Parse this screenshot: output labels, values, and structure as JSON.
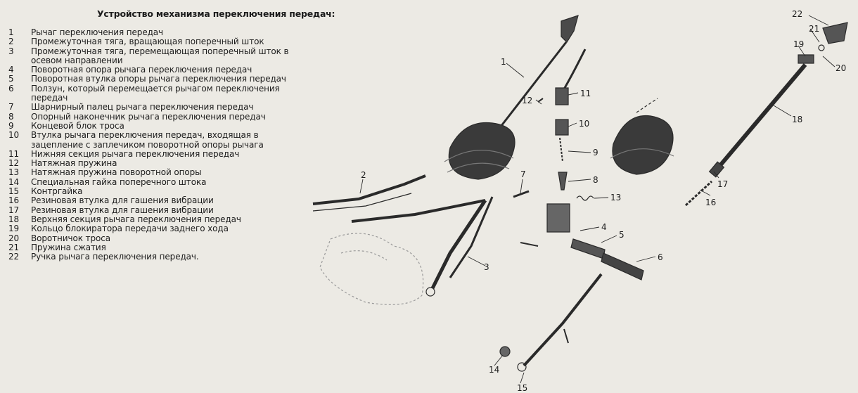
{
  "title": "Устройство механизма переключения передач:",
  "legend": [
    {
      "num": "1",
      "text": "Рычаг переключения передач"
    },
    {
      "num": "2",
      "text": "Промежуточная тяга, вращающая поперечный шток"
    },
    {
      "num": "3",
      "text": "Промежуточная тяга, перемещающая поперечный шток в осевом направлении"
    },
    {
      "num": "4",
      "text": "Поворотная опора рычага переключения передач"
    },
    {
      "num": "5",
      "text": "Поворотная втулка опоры рычага переключения передач"
    },
    {
      "num": "6",
      "text": "Ползун, который перемещается рычагом переключения передач"
    },
    {
      "num": "7",
      "text": "Шарнирный палец рычага переключения передач"
    },
    {
      "num": "8",
      "text": "Опорный наконечник рычага переключения передач"
    },
    {
      "num": "9",
      "text": "Концевой блок троса"
    },
    {
      "num": "10",
      "text": "Втулка рычага переключения передач, входящая в зацепление с заплечиком поворотной опоры рычага"
    },
    {
      "num": "11",
      "text": "Нижняя секция рычага переключения передач"
    },
    {
      "num": "12",
      "text": "Натяжная пружина"
    },
    {
      "num": "13",
      "text": "Натяжная пружина поворотной опоры"
    },
    {
      "num": "14",
      "text": "Специальная гайка поперечного штока"
    },
    {
      "num": "15",
      "text": "Контргайка"
    },
    {
      "num": "16",
      "text": "Резиновая втулка для гашения вибрации"
    },
    {
      "num": "17",
      "text": "Резиновая втулка для гашения вибрации"
    },
    {
      "num": "18",
      "text": "Верхняя секция рычага переключения передач"
    },
    {
      "num": "19",
      "text": "Кольцо блокиратора передачи заднего хода"
    },
    {
      "num": "20",
      "text": "Воротничок троса"
    },
    {
      "num": "21",
      "text": "Пружина сжатия"
    },
    {
      "num": "22",
      "text": "Ручка рычага переключения передач."
    }
  ],
  "callouts": [
    "1",
    "2",
    "3",
    "4",
    "5",
    "6",
    "7",
    "8",
    "9",
    "10",
    "11",
    "12",
    "13",
    "14",
    "15",
    "16",
    "17",
    "18",
    "19",
    "20",
    "21",
    "22"
  ]
}
